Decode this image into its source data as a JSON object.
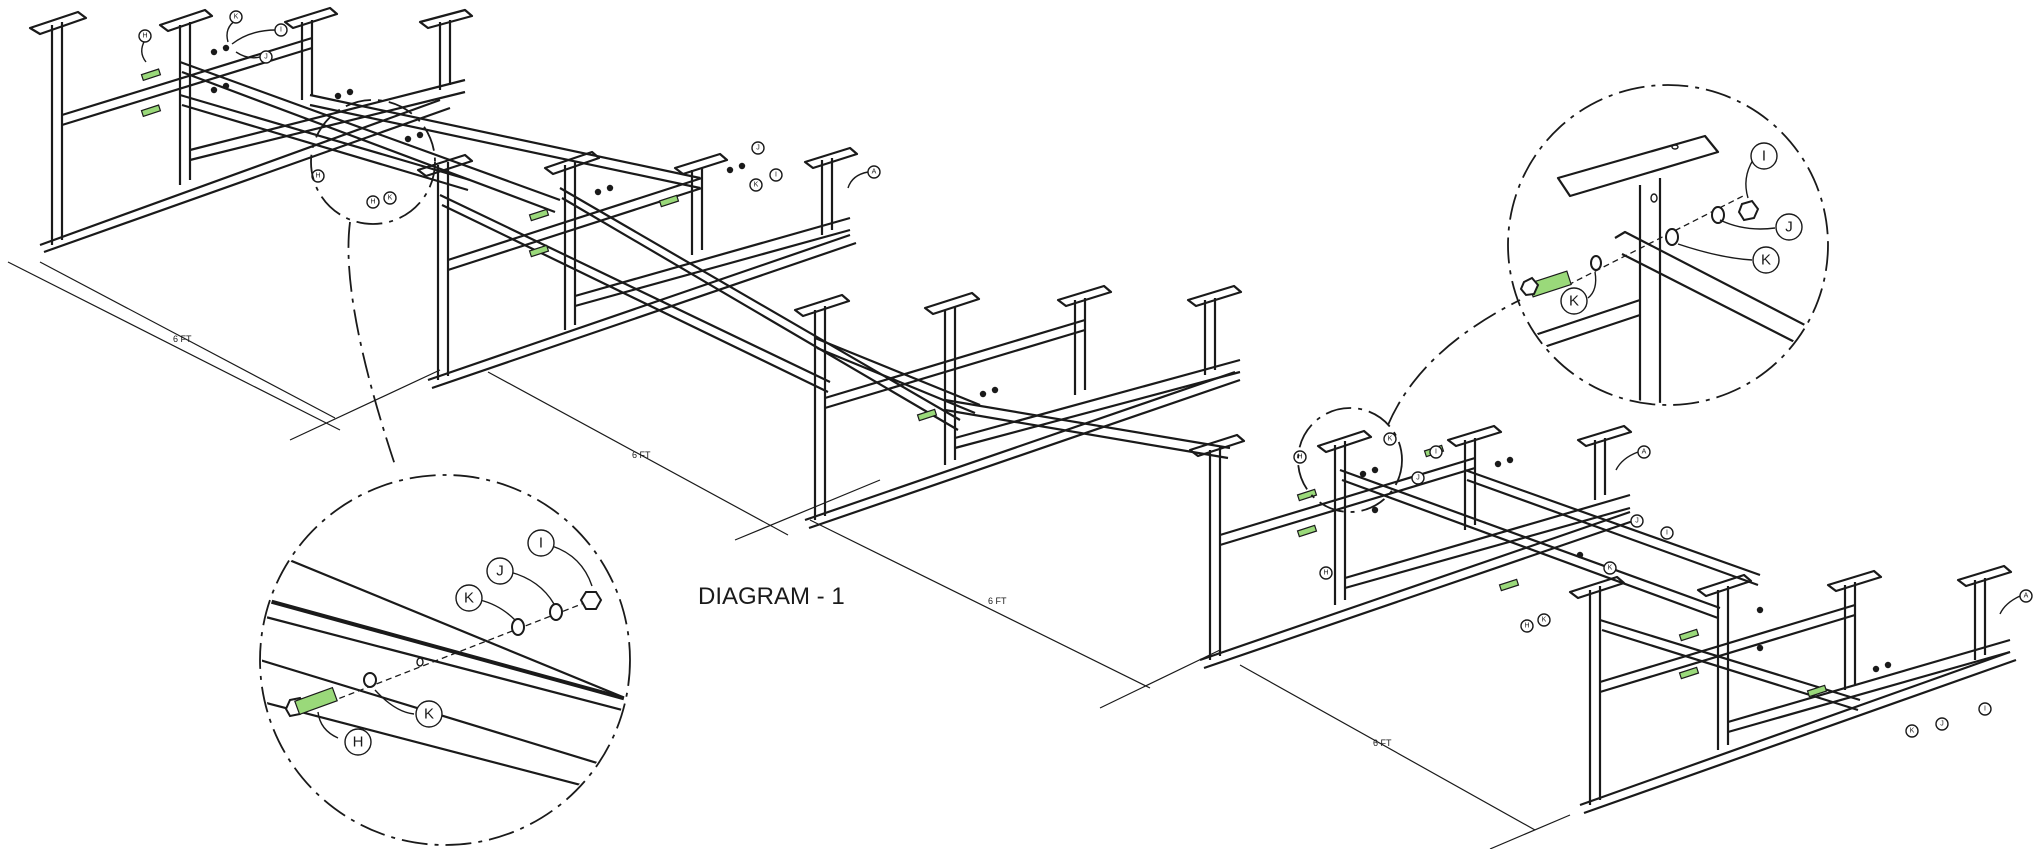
{
  "diagram": {
    "title": "DIAGRAM - 1",
    "dimension_label": "6 FT",
    "part_labels": {
      "A": "A",
      "H": "H",
      "I": "I",
      "J": "J",
      "K": "K"
    }
  },
  "colors": {
    "line": "#1a1a1a",
    "bolt": "#9ad97a",
    "background": "#ffffff"
  },
  "icons": [
    "bolt-icon",
    "nut-icon",
    "washer-icon"
  ]
}
